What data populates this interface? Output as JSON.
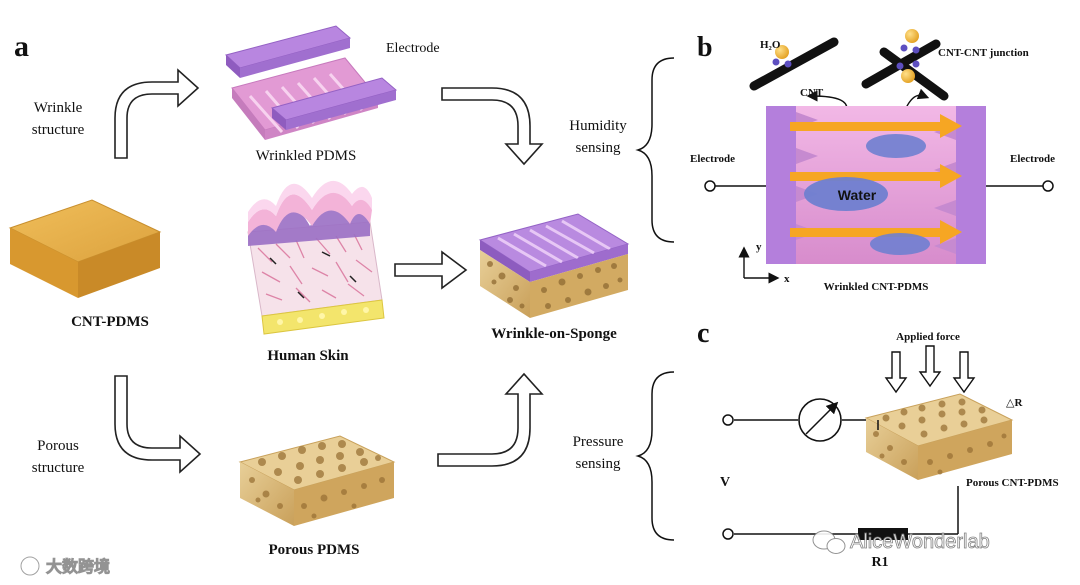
{
  "panel_labels": {
    "a": "a",
    "b": "b",
    "c": "c"
  },
  "panel_a": {
    "wrinkle_line1": "Wrinkle",
    "wrinkle_line2": "structure",
    "porous_line1": "Porous",
    "porous_line2": "structure",
    "electrode": "Electrode",
    "wrinkled_pdms": "Wrinkled PDMS",
    "cnt_pdms": "CNT-PDMS",
    "human_skin": "Human Skin",
    "porous_pdms": "Porous PDMS",
    "wrinkle_on_sponge": "Wrinkle-on-Sponge"
  },
  "panel_b": {
    "section_line1": "Humidity",
    "section_line2": "sensing",
    "h2o": "H₂O",
    "cnt": "CNT",
    "junction": "CNT-CNT junction",
    "electrode_left": "Electrode",
    "electrode_right": "Electrode",
    "water": "Water",
    "axis_y": "y",
    "axis_x": "x",
    "caption": "Wrinkled CNT-PDMS"
  },
  "panel_c": {
    "section_line1": "Pressure",
    "section_line2": "sensing",
    "applied_force": "Applied force",
    "delta_r": "△R",
    "voltage": "V",
    "porous_cnt_pdms": "Porous CNT-PDMS",
    "r1": "R1"
  },
  "watermarks": {
    "left": "大数跨境",
    "right": "AliceWonderlab"
  },
  "colors": {
    "electrode_purple": "#b07fd6",
    "wrinkle_pink": "#e89ad4",
    "sponge_tan": "#d9b56e",
    "cnt_gold": "#e3a63c",
    "flow_orange": "#f6a623",
    "water_blue": "#7a86d0"
  }
}
